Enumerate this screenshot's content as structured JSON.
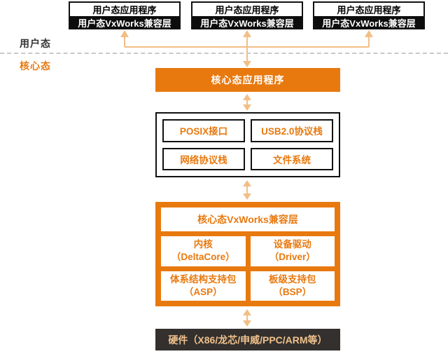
{
  "mode_labels": {
    "user": "用户态",
    "kernel": "核心态"
  },
  "user_app_boxes": [
    {
      "title": "用户态应用程序",
      "subtitle": "用户态VxWorks兼容层"
    },
    {
      "title": "用户态应用程序",
      "subtitle": "用户态VxWorks兼容层"
    },
    {
      "title": "用户态应用程序",
      "subtitle": "用户态VxWorks兼容层"
    }
  ],
  "kernel_app_label": "核心态应用程序",
  "services": [
    "POSIX接口",
    "USB2.0协议栈",
    "网络协议栈",
    "文件系统"
  ],
  "kernel_layer": {
    "title": "核心态VxWorks兼容层",
    "modules": [
      {
        "name": "内核",
        "alias": "（DeltaCore）"
      },
      {
        "name": "设备驱动",
        "alias": "（Driver）"
      },
      {
        "name": "体系结构支持包",
        "alias": "（ASP）"
      },
      {
        "name": "板级支持包",
        "alias": "（BSP）"
      }
    ]
  },
  "hardware_label": "硬件（X86/龙芯/申威/PPC/ARM等）",
  "colors": {
    "orange": "#E8790F",
    "arrow": "#F2BE85",
    "box_border": "#111111",
    "top_box_bar": "#0D0D0D",
    "hardware_bg": "#33302E",
    "hardware_text": "#F0C28C",
    "divider": "#C9C9C9"
  }
}
